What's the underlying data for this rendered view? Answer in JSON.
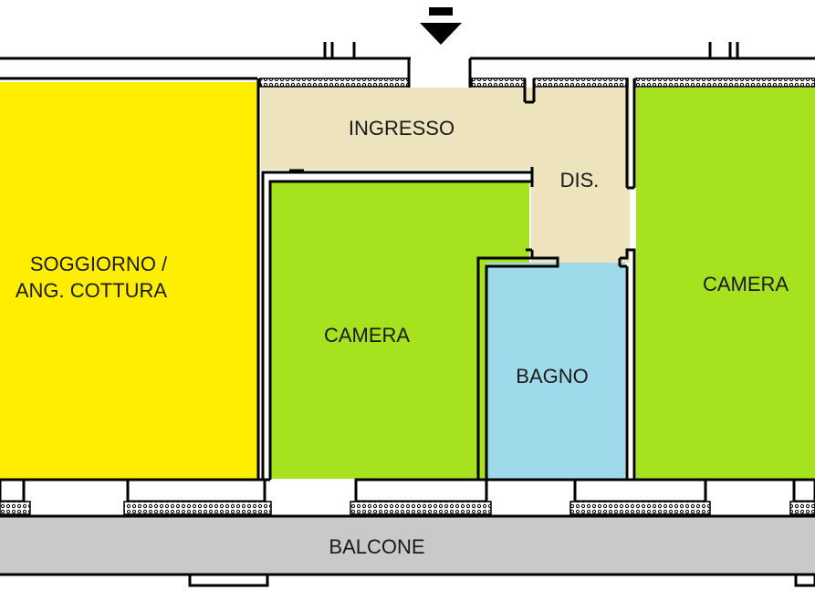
{
  "rooms": {
    "soggiorno": {
      "line1": "SOGGIORNO /",
      "line2": "ANG. COTTURA",
      "color": "#ffee00"
    },
    "ingresso": {
      "label": "INGRESSO",
      "color": "#ede3bd"
    },
    "disimpegno": {
      "label": "DIS.",
      "color": "#ede3bd"
    },
    "camera_center": {
      "label": "CAMERA",
      "color": "#a7e21f"
    },
    "bagno": {
      "label": "BAGNO",
      "color": "#9fdaea"
    },
    "camera_right": {
      "label": "CAMERA",
      "color": "#a7e21f"
    },
    "balcone": {
      "label": "BALCONE",
      "color": "#c9c9c9"
    }
  },
  "entrance_marker": {
    "icon": "entrance-arrow-icon",
    "color": "#000000"
  },
  "wall_color": "#000000"
}
